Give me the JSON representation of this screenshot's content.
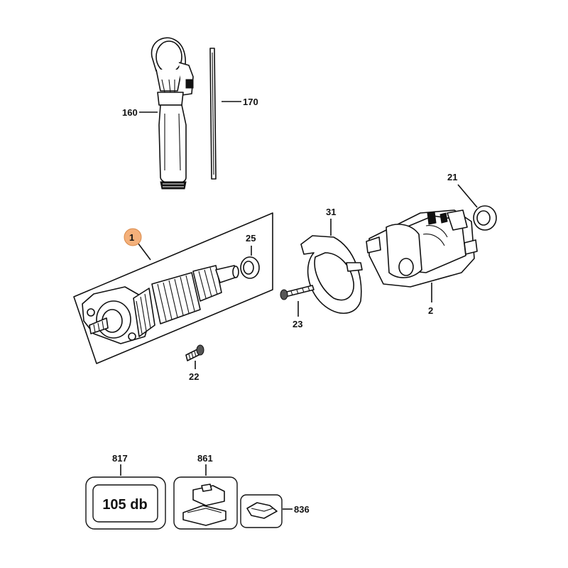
{
  "callouts": {
    "c160": "160",
    "c170": "170",
    "c21": "21",
    "c31": "31",
    "c25": "25",
    "c1": "1",
    "c2": "2",
    "c23": "23",
    "c22": "22",
    "c817": "817",
    "c861": "861",
    "c836": "836"
  },
  "noise_label": "105 db",
  "colors": {
    "highlight_badge": "#f4b07a",
    "line": "#111111"
  }
}
